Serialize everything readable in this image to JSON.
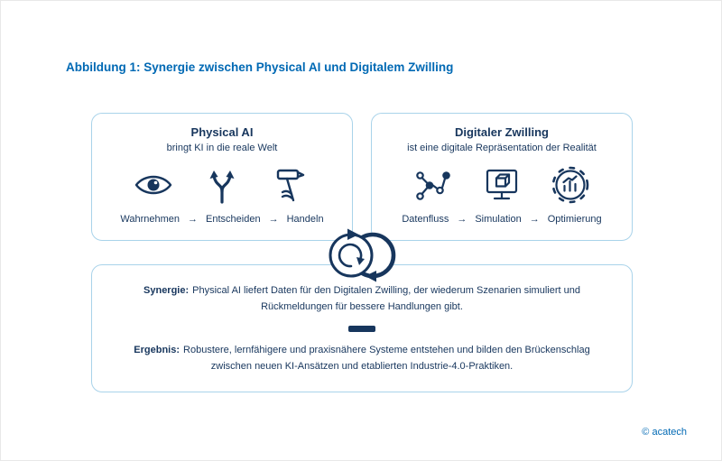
{
  "page": {
    "title": "Abbildung 1: Synergie zwischen Physical AI und Digitalem Zwilling",
    "credit": "© acatech"
  },
  "arrow": "→",
  "physical_ai": {
    "title": "Physical AI",
    "subtitle": "bringt KI in die reale Welt",
    "icons": [
      "eye-icon",
      "decision-arrows-icon",
      "hammer-icon"
    ],
    "steps": [
      "Wahrnehmen",
      "Entscheiden",
      "Handeln"
    ]
  },
  "digital_twin": {
    "title": "Digitaler Zwilling",
    "subtitle": "ist eine digitale Repräsentation der Realität",
    "icons": [
      "dataflow-icon",
      "simulation-monitor-icon",
      "optimization-gear-icon"
    ],
    "steps": [
      "Datenfluss",
      "Simulation",
      "Optimierung"
    ]
  },
  "synergy": {
    "label": "Synergie:",
    "text": "Physical AI liefert Daten für den Digitalen Zwilling, der wiederum Szenarien simuliert und Rückmeldungen für bessere Handlungen gibt."
  },
  "result": {
    "label": "Ergebnis:",
    "text": "Robustere, lernfähigere und praxisnähere Systeme entstehen und bilden den Brückenschlag zwischen neuen KI-Ansätzen und etablierten Industrie-4.0-Praktiken."
  },
  "colors": {
    "accent_blue": "#0069b4",
    "navy": "#17365d",
    "box_border": "#a9d3ea"
  }
}
